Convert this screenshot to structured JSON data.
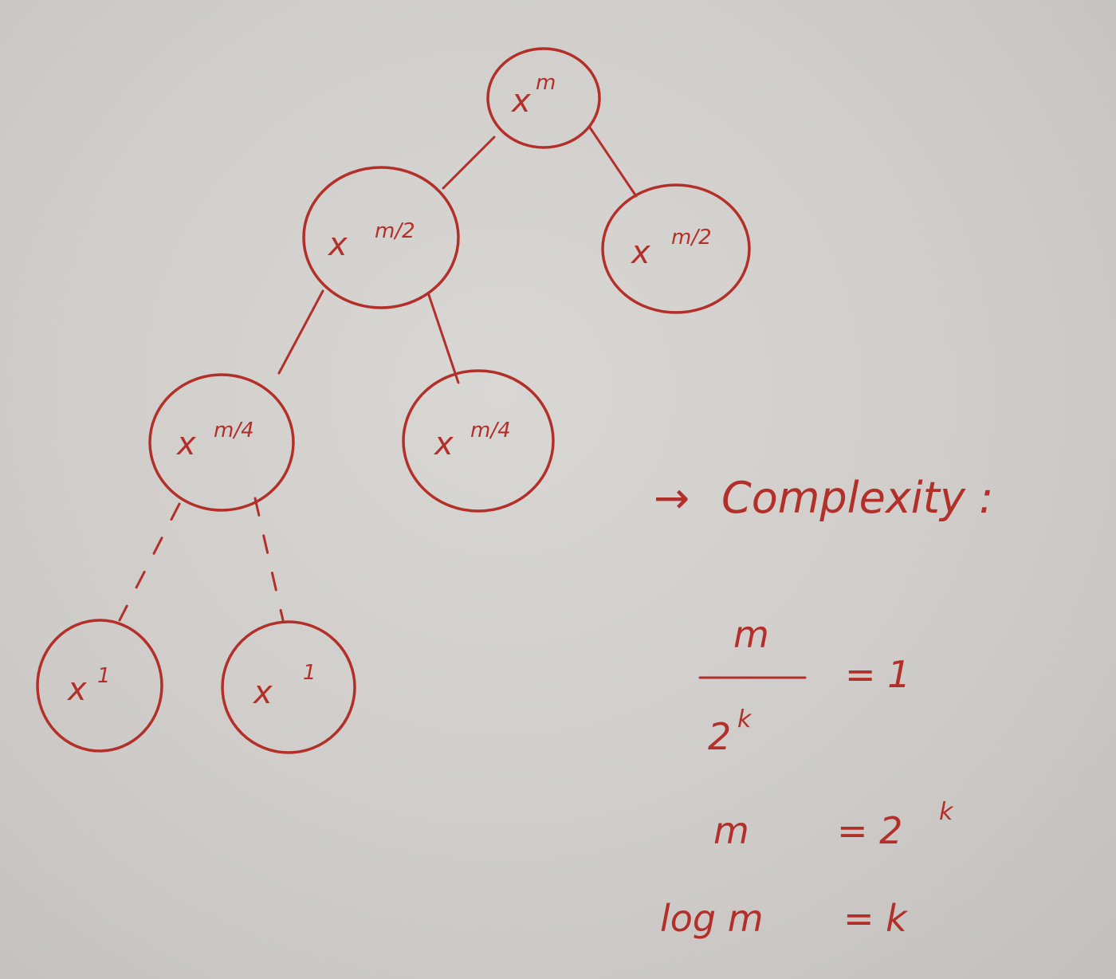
{
  "tree": {
    "root": {
      "base": "x",
      "exp": "m"
    },
    "level1": [
      {
        "base": "x",
        "exp": "m/2"
      },
      {
        "base": "x",
        "exp": "m/2"
      }
    ],
    "level2": [
      {
        "base": "x",
        "exp": "m/4"
      },
      {
        "base": "x",
        "exp": "m/4"
      }
    ],
    "leaves": [
      {
        "base": "x",
        "exp": "1"
      },
      {
        "base": "x",
        "exp": "1"
      }
    ]
  },
  "complexity": {
    "arrow": "→",
    "heading": "Complexity :",
    "fraction": {
      "numerator": "m",
      "denominator_base": "2",
      "denominator_exp": "k",
      "rhs": "= 1"
    },
    "eq2": {
      "lhs": "m",
      "rhs_base": "= 2",
      "rhs_exp": "k"
    },
    "eq3": {
      "lhs": "log m",
      "rhs": "= k"
    }
  },
  "colors": {
    "ink": "#b3302a",
    "board": "#cfcdca"
  }
}
